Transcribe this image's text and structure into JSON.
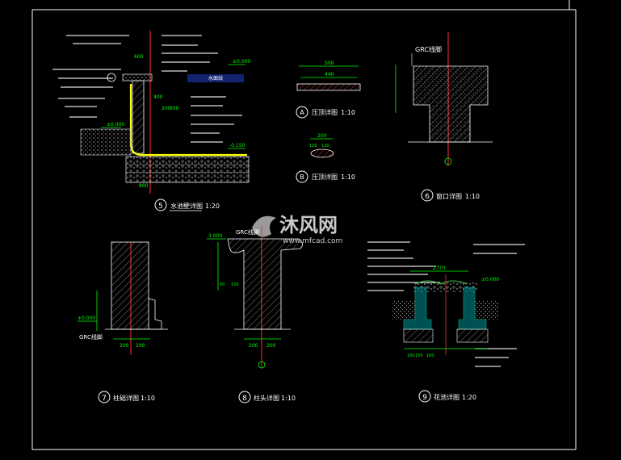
{
  "colors": {
    "background": "#000000",
    "frame": "#ffffff",
    "leader": "#ffffff",
    "concrete": "#b0b0b0",
    "soil": "#8c8c8c",
    "waterproof": "#ffff00",
    "water": "#3050ff",
    "dimension": "#00ff00",
    "axis": "#ff0000",
    "cyan": "#00e0e0",
    "watermark": "#c0c0c0"
  },
  "watermark": {
    "brand": "沐风网",
    "url": "www.mfcad.com"
  },
  "sections": [
    {
      "number": "5",
      "title": "水池壁详图",
      "scale": "1:20"
    },
    {
      "number": "A",
      "title": "压顶详图",
      "scale": "1:10"
    },
    {
      "number": "B",
      "title": "压顶详图",
      "scale": "1:10"
    },
    {
      "number": "6",
      "title": "窗口详图",
      "scale": "1:10"
    },
    {
      "number": "7",
      "title": "柱础详图",
      "scale": "1:10"
    },
    {
      "number": "8",
      "title": "柱头详图",
      "scale": "1:10"
    },
    {
      "number": "9",
      "title": "花池详图",
      "scale": "1:20"
    }
  ],
  "labels": {
    "grc": "GRC线脚",
    "grc2": "GRC线脚",
    "grc3": "GRC线脚",
    "a_dim_1": "500",
    "a_dim_2": "440",
    "b_dim_1": "200",
    "b_dim_2": "120",
    "b_dim_3": "120",
    "d7_dim_1": "200",
    "d7_dim_2": "200",
    "d8_dim_1": "200",
    "d8_dim_2": "200",
    "d9_dim_top": "2770",
    "d9_dim_1": "100",
    "d9_dim_2": "150",
    "d9_dim_3": "100",
    "elev_1": "±0.000",
    "elev_2": "-0.150",
    "elev_3": "±0.000",
    "elev_4": "3.000",
    "elev_5": "±0.000",
    "d5_dim_a": "400",
    "d5_dim_b": "200",
    "d5_dim_c": "300",
    "d5_dim_d": "800",
    "d5_dim_e": "600",
    "d8_dim_150": "150",
    "d8_dim_50": "50"
  }
}
